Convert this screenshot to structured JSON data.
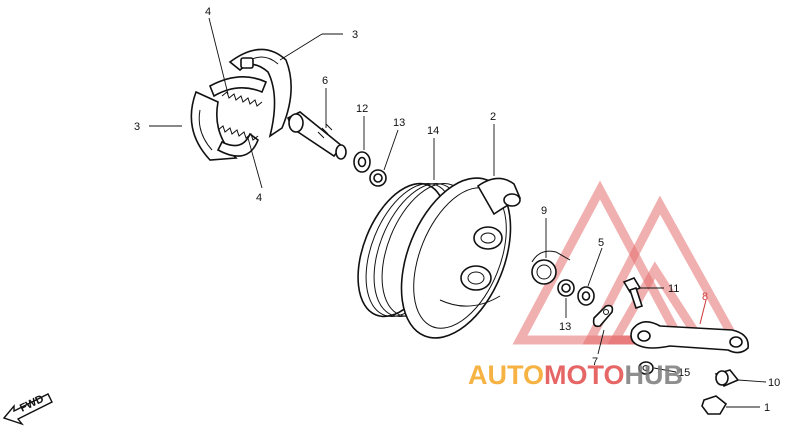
{
  "callouts": {
    "c1": "1",
    "c2": "2",
    "c3a": "3",
    "c3b": "3",
    "c4a": "4",
    "c4b": "4",
    "c5": "5",
    "c6": "6",
    "c7": "7",
    "c8": "8",
    "c9": "9",
    "c10": "10",
    "c11": "11",
    "c12": "12",
    "c13a": "13",
    "c13b": "13",
    "c14": "14",
    "c15": "15"
  },
  "direction": {
    "label": "FWD"
  },
  "watermark": {
    "part1": "AUTO",
    "part2": "MOTO",
    "part3": "HUB",
    "colors": {
      "orange": "#f5a623",
      "red": "#e24a4a",
      "dark": "#7a7a7a"
    }
  }
}
